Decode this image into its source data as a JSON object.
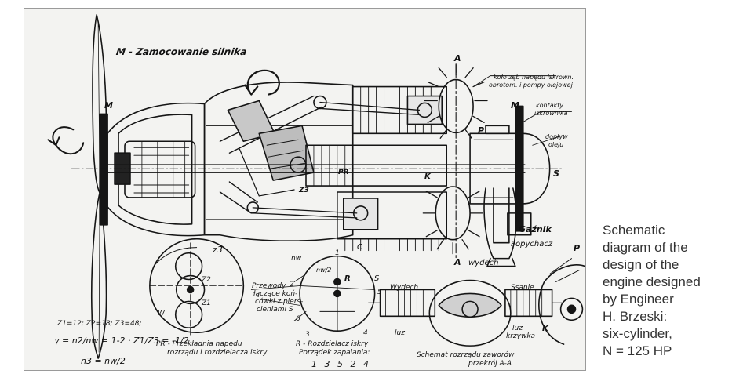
{
  "drawing": {
    "title": "M - Zamocowanie silnika",
    "labels": {
      "m_left": "M",
      "m_right": "M",
      "a_top": "A",
      "a_bottom": "A",
      "kolo": "koło zęb napędu iskrown.",
      "kolo2": "obrotom. i pompy olejowej",
      "p_label": "P",
      "kontakty": "kontakty",
      "iskrownika": "iskrownika",
      "doplyw": "dopływ",
      "oleju": "oleju",
      "s_label": "S",
      "k_label": "K",
      "pr_label": "PR",
      "z3_label": "Z3",
      "gaznik": "Gaźnik",
      "wydech_top": "wydech",
      "popychacz": "Popychacz",
      "p_right": "P",
      "z3_gear": "z3",
      "z2_gear": "Z2",
      "z1_gear": "Z1",
      "w_gear": "W",
      "przewody": "Przewody",
      "przewody2": "łączące koń-",
      "przewody3": "cówki z pierś-",
      "przewody4": "cieniami S",
      "nw": "nw",
      "nw_frac": "nw/2",
      "r_label": "R",
      "c_label": "C",
      "s_dist": "S",
      "n1": "1",
      "n2": "2",
      "n3": "3",
      "n4": "4",
      "n5": "5",
      "n6": "6",
      "wydech_left": "Wydech",
      "ssanie": "Ssanie",
      "luz": "luz",
      "luz2": "luz",
      "krzywka": "krzywka",
      "k_cam": "K",
      "formula1": "Z1=12; Z2=18; Z3=48;",
      "formula2": "γ = n2/nw = 1-2 · Z1/Z3 = -1/2",
      "formula3": "n3 = nw/2",
      "pr_caption1": "PR - Przekładnia napędu",
      "pr_caption2": "rozrządu i rozdzielacza iskry",
      "r_caption1": "R - Rozdzielacz iskry",
      "r_caption2": "Porządek zapalania:",
      "r_caption3": "1 3 5 2 4",
      "schemat1": "Schemat rozrządu zaworów",
      "schemat2": "przekrój A-A"
    }
  },
  "caption": {
    "lines": [
      "Schematic",
      "diagram of the",
      "design of the",
      "engine designed",
      "by Engineer",
      "H. Brzeski:",
      "six-cylinder,",
      "N = 125 HP"
    ]
  }
}
